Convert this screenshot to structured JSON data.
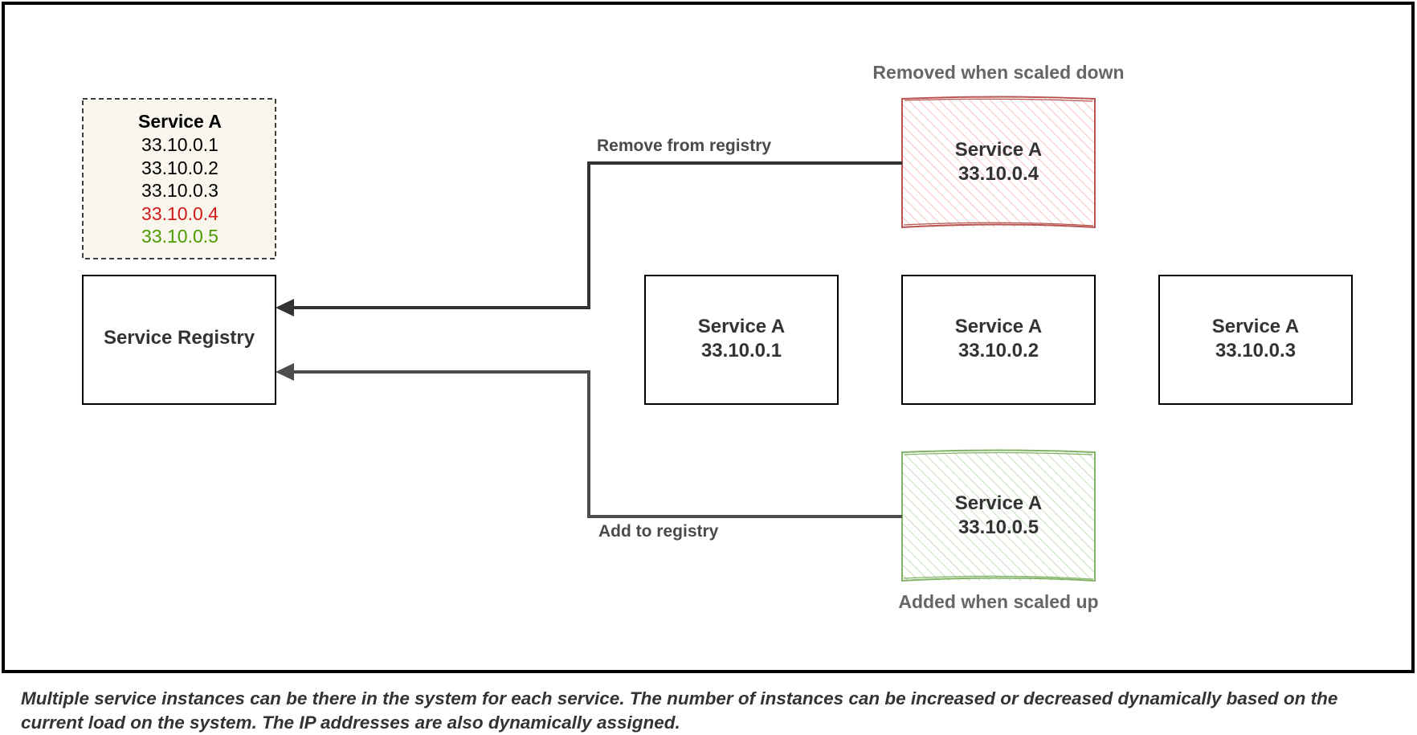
{
  "registry_list": {
    "title": "Service A",
    "entries": [
      {
        "ip": "33.10.0.1",
        "color": "#000000"
      },
      {
        "ip": "33.10.0.2",
        "color": "#000000"
      },
      {
        "ip": "33.10.0.3",
        "color": "#000000"
      },
      {
        "ip": "33.10.0.4",
        "color": "#d11919"
      },
      {
        "ip": "33.10.0.5",
        "color": "#4d9900"
      }
    ]
  },
  "service_registry": {
    "label": "Service Registry"
  },
  "instances": {
    "a1": {
      "name": "Service A",
      "ip": "33.10.0.1"
    },
    "a2": {
      "name": "Service A",
      "ip": "33.10.0.2"
    },
    "a3": {
      "name": "Service A",
      "ip": "33.10.0.3"
    },
    "a4": {
      "name": "Service A",
      "ip": "33.10.0.4",
      "color": "#b85450",
      "fill": "#f8cecc"
    },
    "a5": {
      "name": "Service A",
      "ip": "33.10.0.5",
      "color": "#82b366",
      "fill": "#d5e8d4"
    }
  },
  "edges": {
    "remove_label": "Remove from registry",
    "add_label": "Add to registry"
  },
  "annotations": {
    "removed": "Removed when scaled down",
    "added": "Added when scaled up"
  },
  "caption": "Multiple service instances can be there in the system for each service. The number of instances can be increased or decreased dynamically based on the current load on the system. The IP addresses are also dynamically assigned."
}
